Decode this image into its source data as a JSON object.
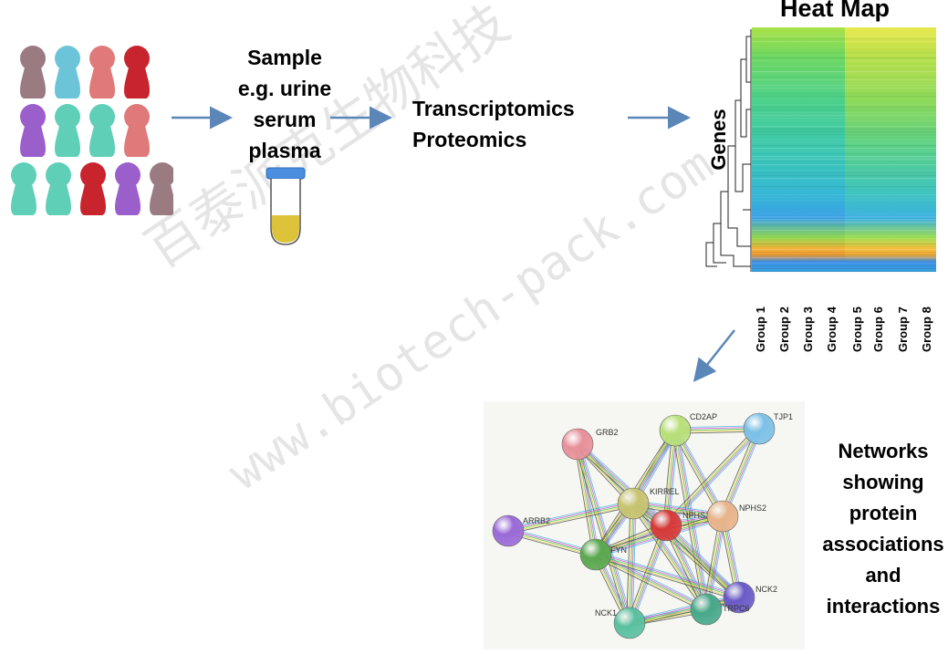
{
  "sample": {
    "lines": [
      "Sample",
      "e.g. urine",
      "serum",
      "plasma"
    ]
  },
  "omics": {
    "lines": [
      "Transcriptomics",
      "Proteomics"
    ]
  },
  "heatmap": {
    "title": "Heat Map",
    "genes_label": "Genes",
    "groups": [
      "Group 1",
      "Group 2",
      "Group 3",
      "Group 4",
      "Group 5",
      "Group 6",
      "Group 7",
      "Group 8"
    ]
  },
  "network": {
    "caption_lines": [
      "Networks",
      "showing",
      "protein",
      "associations",
      "and",
      "interactions"
    ],
    "nodes": [
      "GRB2",
      "CD2AP",
      "TJP1",
      "KIRREL",
      "NPHS1",
      "NPHS2",
      "ARRB2",
      "FYN",
      "NCK2",
      "TRPC6",
      "NCK1"
    ]
  },
  "watermark": {
    "cn": "百泰派克生物科技",
    "url": "www.biotech-pack.com"
  },
  "people_colors": [
    [
      "#9b7b82",
      "#6cc4d8",
      "#e07a7a",
      "#c8242e"
    ],
    [
      "#9b5fcc",
      "#5fcfb8",
      "#5fcfb8",
      "#e07a7a"
    ],
    [
      "#5fcfb8",
      "#5fcfb8",
      "#c8242e",
      "#9b5fcc",
      "#9b7b82"
    ]
  ],
  "colors": {
    "arrow": "#5b86b8"
  }
}
